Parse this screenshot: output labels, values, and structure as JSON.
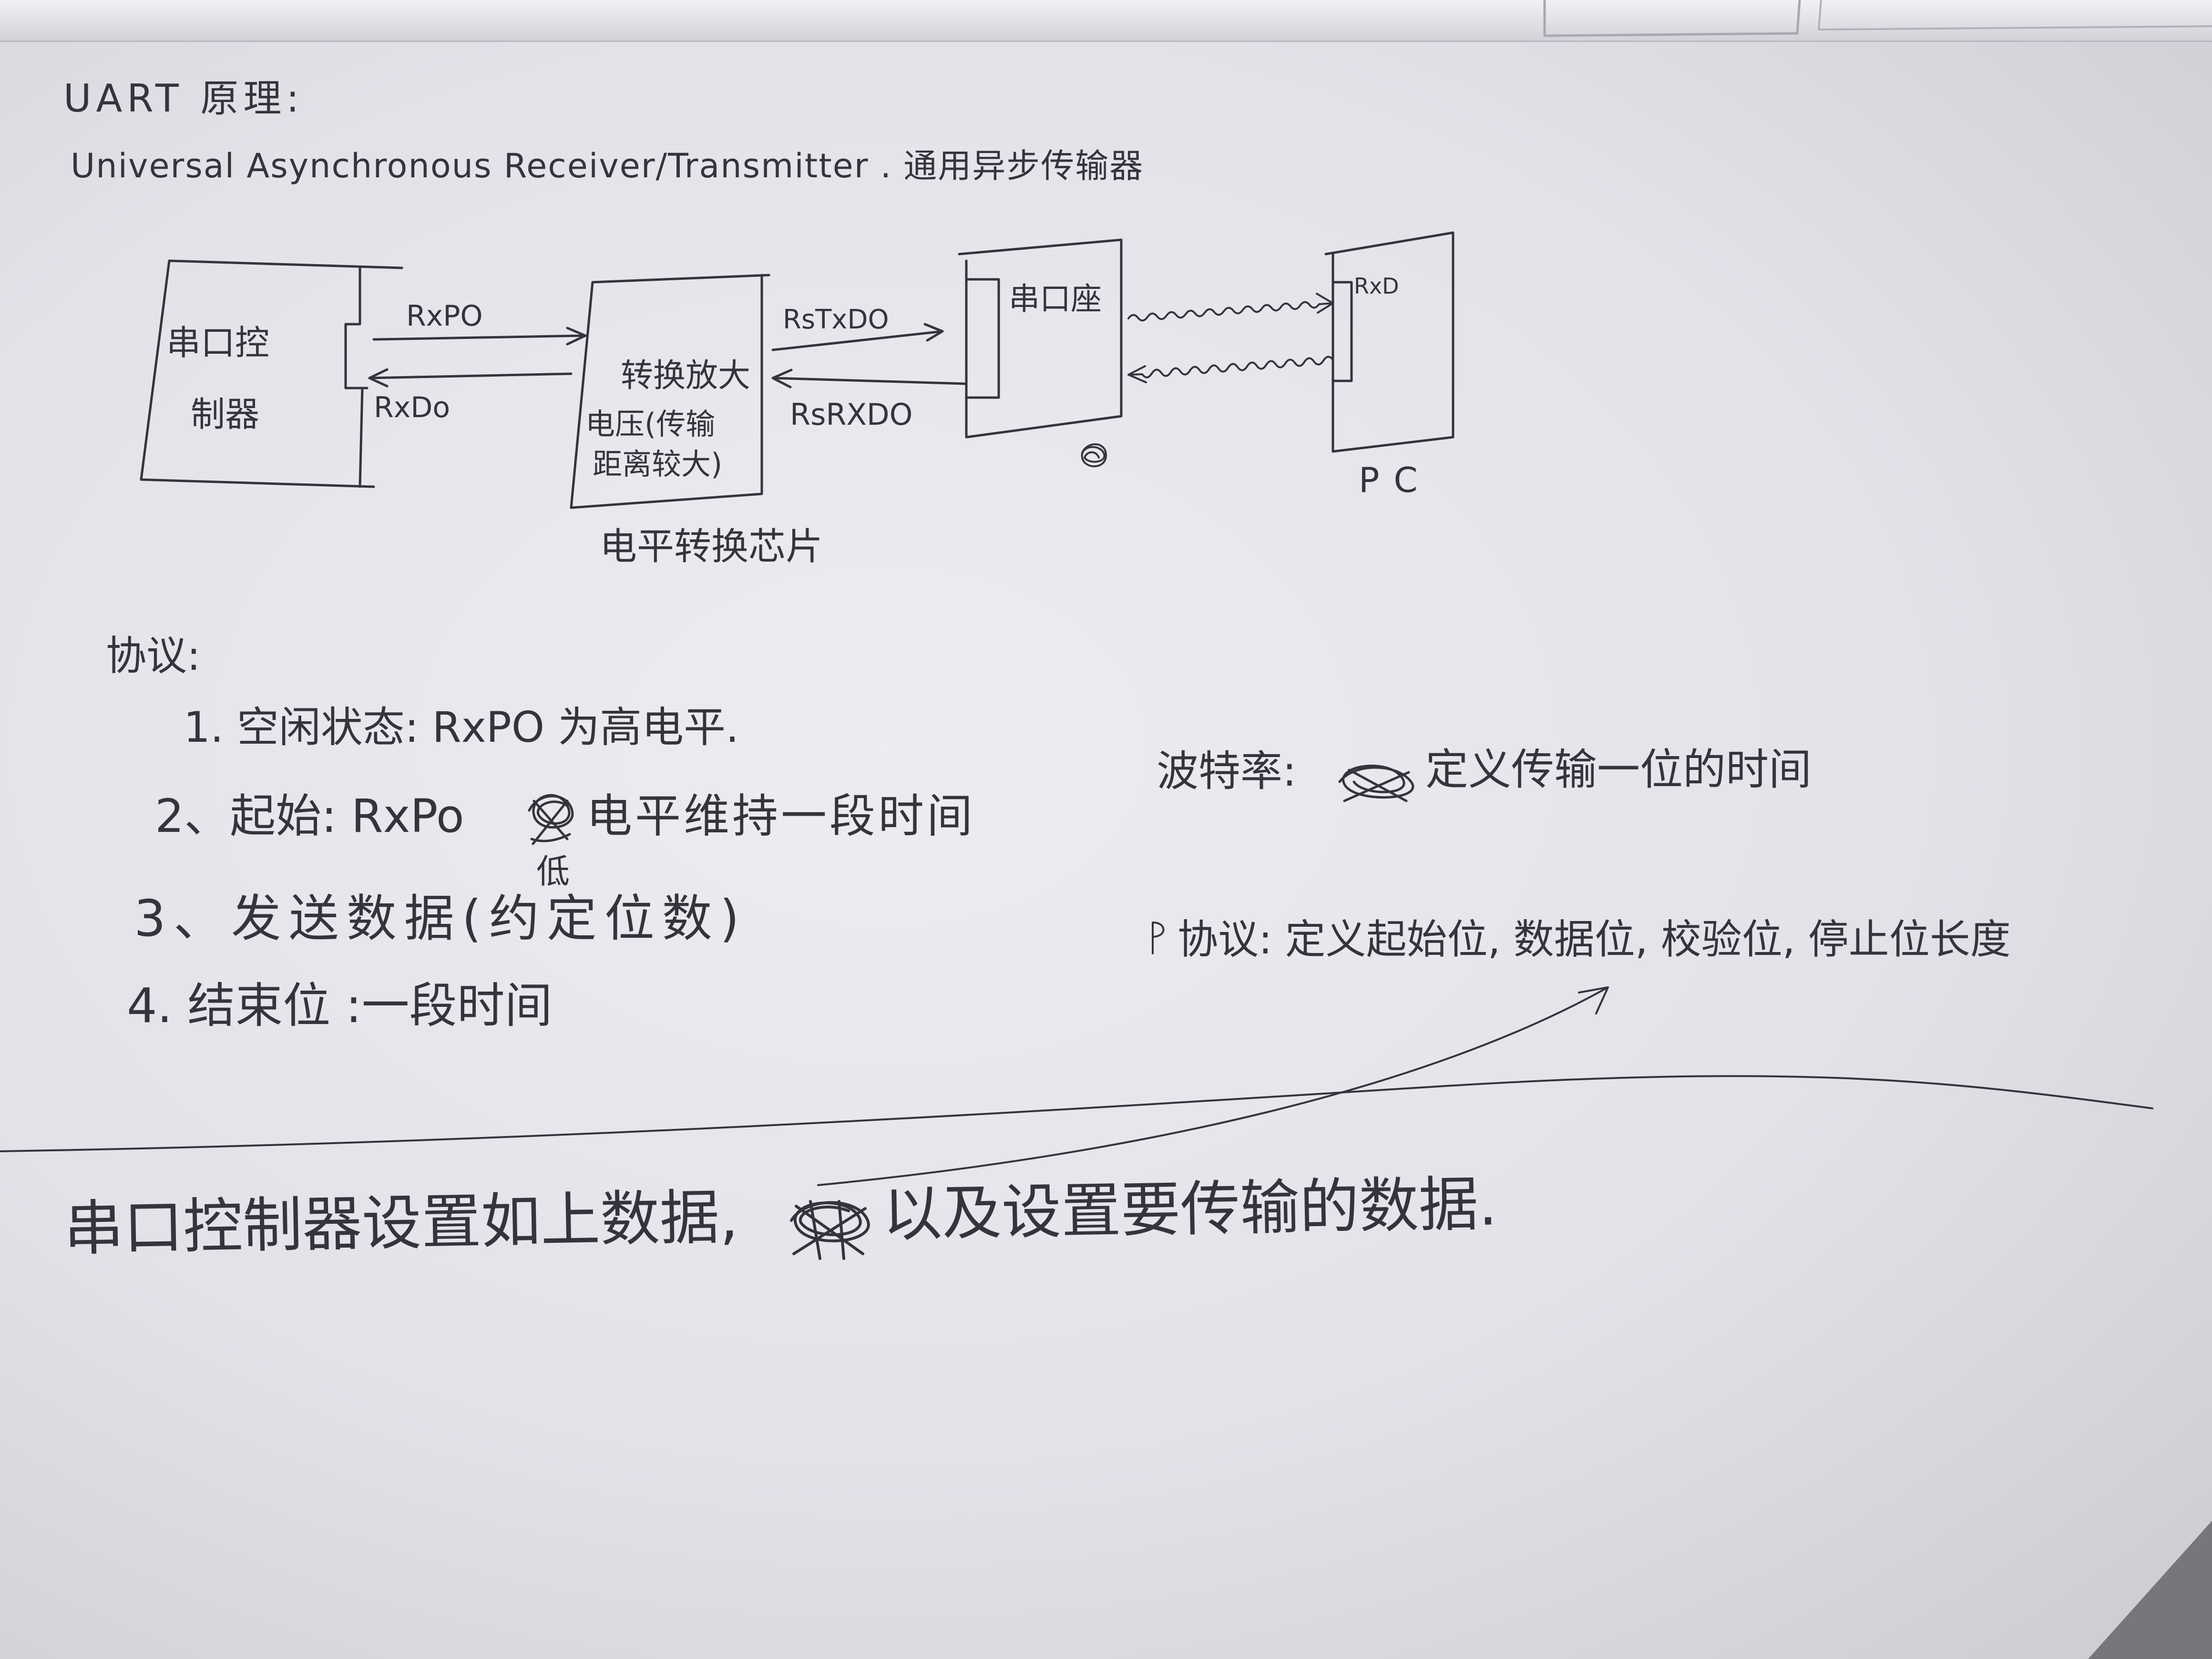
{
  "page": {
    "paper_color": "#e3e2e9",
    "ink_color": "#34343c",
    "table_color": "#77767c"
  },
  "title": "UART 原理:",
  "subtitle": "Universal Asynchronous Receiver/Transmitter . 通用异步传输器",
  "diagram": {
    "controller_box": {
      "line1": "串口控",
      "line2": "制器"
    },
    "arrow_top_label": "RxPO",
    "arrow_bottom_label": "RxDo",
    "converter_box": {
      "line1": "转换放大",
      "line2": "电压(传输",
      "line3": "距离较大)"
    },
    "converter_caption": "电平转换芯片",
    "rs_top_label": "RsTxDO",
    "rs_bottom_label": "RsRXDO",
    "port_box": "串口座",
    "pc_pin_label": "RxD",
    "pc_label": "PC"
  },
  "protocol": {
    "heading": "协议:",
    "idle": "1. 空闲状态: RxPO 为高电平.",
    "start_prefix": "2、起始: RxPo",
    "start_suffix": "电平维持一段时间",
    "start_correction": "低",
    "data": "3、发送数据(约定位数)",
    "stop": "4. 结束位 :一段时间"
  },
  "notes": {
    "baud_label": "波特率:",
    "baud_text": "定义传输一位的时间",
    "protocol_text": "协议: 定义起始位, 数据位, 校验位, 停止位长度"
  },
  "summary": {
    "part1": "串口控制器设置如上数据,",
    "part2": "以及设置要传输的数据."
  }
}
